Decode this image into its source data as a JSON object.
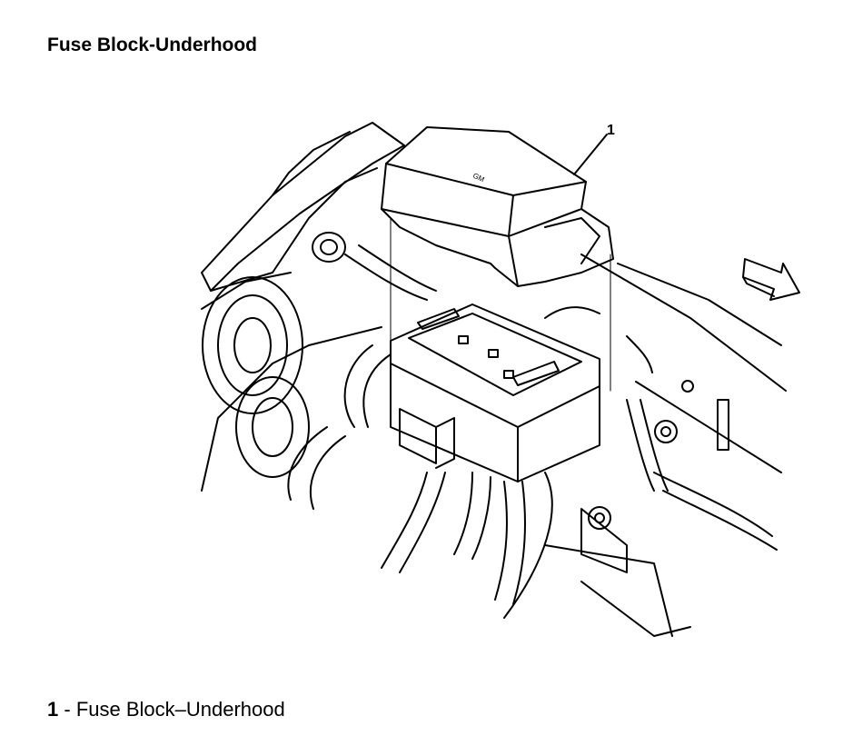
{
  "title": "Fuse Block-Underhood",
  "callouts": [
    {
      "number": "1",
      "label": "Fuse Block–Underhood"
    }
  ],
  "legend": {
    "number": "1",
    "separator": " - ",
    "text": "Fuse Block–Underhood"
  }
}
